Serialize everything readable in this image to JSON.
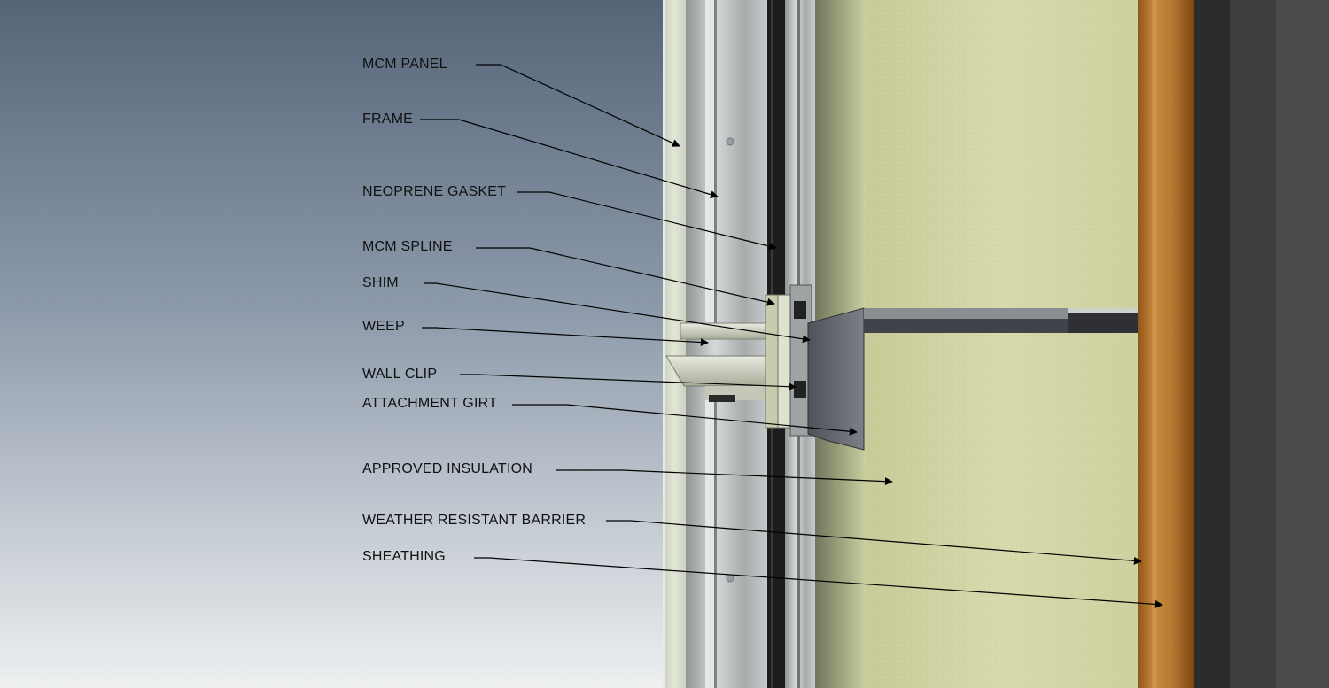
{
  "labels": [
    {
      "text": "MCM PANEL"
    },
    {
      "text": "FRAME"
    },
    {
      "text": "NEOPRENE GASKET"
    },
    {
      "text": "MCM SPLINE"
    },
    {
      "text": "SHIM"
    },
    {
      "text": "WEEP"
    },
    {
      "text": "WALL CLIP"
    },
    {
      "text": "ATTACHMENT GIRT"
    },
    {
      "text": "APPROVED INSULATION"
    },
    {
      "text": "WEATHER RESISTANT BARRIER"
    },
    {
      "text": "SHEATHING"
    }
  ],
  "colors": {
    "sky_top": "#566679",
    "sky_bottom": "#eceef0",
    "panel_face": "#d9dfcf",
    "frame_metal": "#b9bdbe",
    "gasket": "#1c1c1c",
    "insulation": "#d3d6a9",
    "sheathing": "#b5772f",
    "interior": "#3c3c3c",
    "leader_line": "#000000"
  }
}
